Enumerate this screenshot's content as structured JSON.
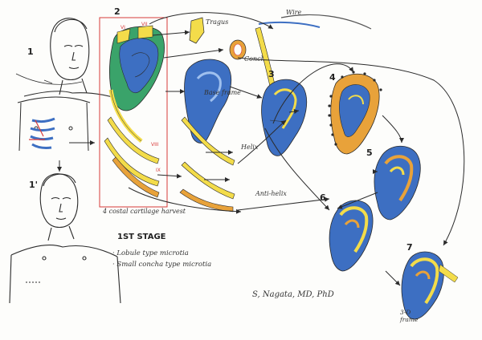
{
  "labels": {
    "n1": "1",
    "n1p": "1'",
    "n2": "2",
    "n3": "3",
    "n4": "4",
    "n5": "5",
    "n6": "6",
    "n7": "7",
    "tragus": "Tragus",
    "concha": "Concha",
    "wire": "Wire",
    "base_frame": "Base frame",
    "helix": "Helix",
    "anti_helix": "Anti-helix",
    "harvest": "4 costal cartilage harvest",
    "stage": "1ST STAGE",
    "bullet1": "· Lobule type microtia",
    "bullet2": "· Small concha type microtia",
    "signature": "S, Nagata, MD, PhD",
    "three_d_1": "3-D",
    "three_d_2": "frame",
    "rib_vi": "VI",
    "rib_vii": "VII",
    "rib_viii": "VIII",
    "rib_ix": "IX"
  },
  "colors": {
    "ink": "#2b2b2b",
    "cartilage_blue": "#3d6fc2",
    "cartilage_yellow": "#f3dc4a",
    "cartilage_orange": "#e8a23a",
    "harvest_box": "#d83a3a",
    "green": "#3aa36a"
  }
}
